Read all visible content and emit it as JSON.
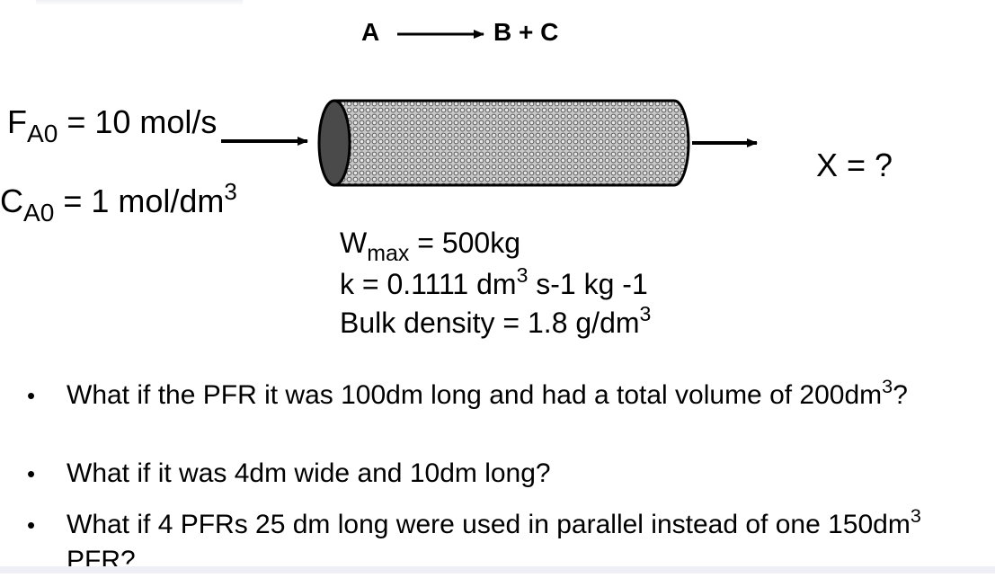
{
  "reaction": {
    "reactant": "A",
    "products": "B + C"
  },
  "feed": {
    "fa0_symbol": "F",
    "fa0_sub": "A0",
    "fa0_value": " = 10 mol/s",
    "ca0_symbol": "C",
    "ca0_sub": "A0",
    "ca0_value": " = 1 mol/dm",
    "ca0_sup": "3"
  },
  "outlet": {
    "conversion": "X = ?"
  },
  "parameters": {
    "wmax_symbol": "W",
    "wmax_sub": "max",
    "wmax_value": " = 500kg",
    "k_text": "k = 0.1111 dm",
    "k_sup": "3",
    "k_units": " s-1 kg -1",
    "bulk_text": "Bulk density = 1.8 g/dm",
    "bulk_sup": "3"
  },
  "bullets": {
    "b1_a": "What if the PFR it was 100dm long and had a total volume of 200dm",
    "b1_sup": "3",
    "b1_b": "?",
    "b2": "What if it was 4dm wide and 10dm long?",
    "b3_a": "What if 4 PFRs 25 dm long were used in parallel instead of one 150dm",
    "b3_sup": "3",
    "b3_b": " PFR?",
    "dot": "•"
  },
  "colors": {
    "text": "#000000",
    "reactor_end_cap": "#4a4a4a",
    "reactor_fill_pattern": "#606060"
  }
}
